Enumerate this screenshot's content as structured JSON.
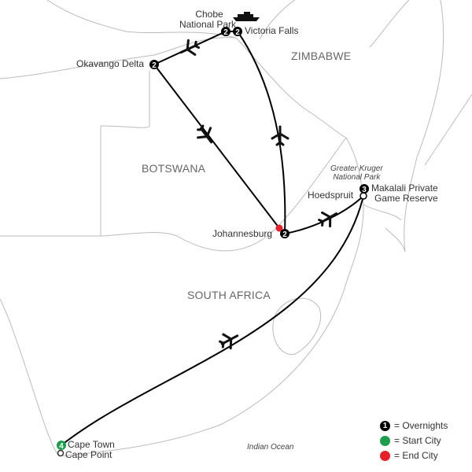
{
  "countries": {
    "botswana": "BOTSWANA",
    "zimbabwe": "ZIMBABWE",
    "south_africa": "SOUTH AFRICA"
  },
  "places": {
    "chobe": {
      "label_line1": "Chobe",
      "label_line2": "National Park",
      "overnights": "2"
    },
    "victoria_falls": {
      "label": "Victoria Falls",
      "overnights": "2"
    },
    "okavango": {
      "label": "Okavango Delta",
      "overnights": "2"
    },
    "johannesburg": {
      "label": "Johannesburg",
      "overnights": "2"
    },
    "kruger": {
      "label_line1": "Greater Kruger",
      "label_line2": "National Park"
    },
    "makalali": {
      "label_line1": "Makalali Private",
      "label_line2": "Game Reserve",
      "overnights": "3"
    },
    "hoedspruit": {
      "label": "Hoedspruit"
    },
    "cape_town": {
      "label": "Cape Town",
      "overnights": "4"
    },
    "cape_point": {
      "label": "Cape Point"
    },
    "indian_ocean": {
      "label": "Indian Ocean"
    }
  },
  "legend": {
    "overnights": {
      "symbol": "1",
      "label": "= Overnights"
    },
    "start": {
      "label": "= Start City",
      "color": "#1a9e4b"
    },
    "end": {
      "label": "= End City",
      "color": "#e8202a"
    }
  }
}
